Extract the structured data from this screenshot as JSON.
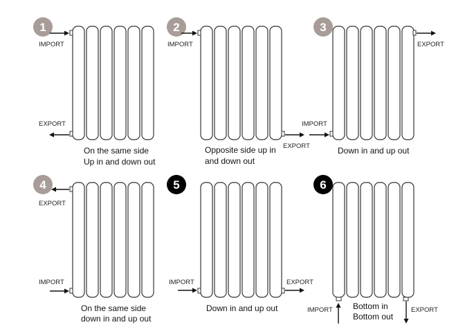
{
  "labels": {
    "import": "IMPORT",
    "export": "EXPORT"
  },
  "colors": {
    "badge_light": "#a89c98",
    "badge_dark": "#000000",
    "line": "#333333"
  },
  "panels": [
    {
      "number": "1",
      "badge": "light",
      "caption": [
        "On the same side",
        "Up in and down out"
      ]
    },
    {
      "number": "2",
      "badge": "light",
      "caption": [
        "Opposite side up in",
        "and down out"
      ]
    },
    {
      "number": "3",
      "badge": "light",
      "caption": [
        "Down in and up out"
      ]
    },
    {
      "number": "4",
      "badge": "light",
      "caption": [
        "On the same side",
        "down in and up out"
      ]
    },
    {
      "number": "5",
      "badge": "dark",
      "caption": [
        "Down in and up out"
      ]
    },
    {
      "number": "6",
      "badge": "dark",
      "caption": [
        "Bottom in",
        "Bottom out"
      ]
    }
  ]
}
